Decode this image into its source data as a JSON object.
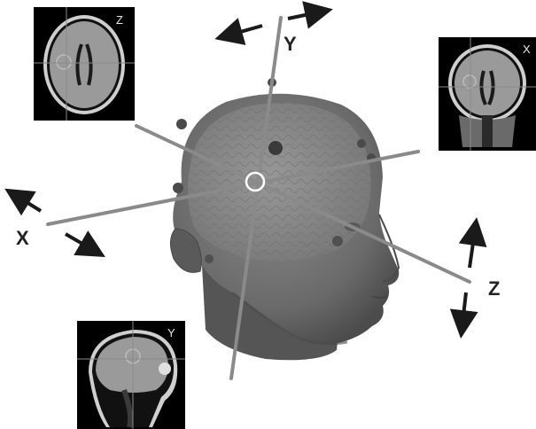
{
  "labels": {
    "axis_x": "X",
    "axis_y": "Y",
    "axis_z": "Z",
    "inset_axial": "Z",
    "inset_coronal": "X",
    "inset_sagittal": "Y"
  },
  "colors": {
    "background": "#ffffff",
    "axis_line": "#8a8a8a",
    "arrow": "#1a1a1a",
    "head_fill": "#6e6e6e",
    "head_shadow": "#4a4a4a",
    "brain_fill": "#8c8c8c",
    "fiducial": "#3a3a3a",
    "center_marker": "#ffffff",
    "inset_bg": "#000000",
    "inset_tissue": "#9a9a9a"
  },
  "icons": [
    "mri-axial-slice",
    "mri-coronal-slice",
    "mri-sagittal-slice",
    "rotation-arrow"
  ]
}
